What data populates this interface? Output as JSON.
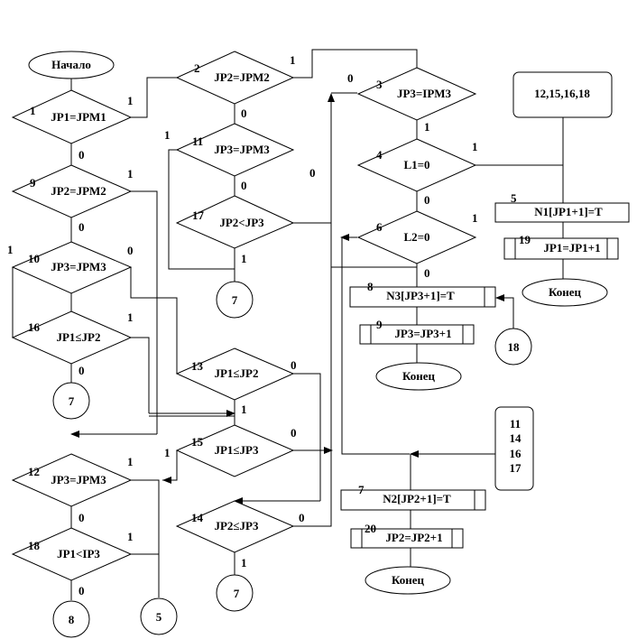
{
  "title": "",
  "terminals": {
    "start": "Начало",
    "end": "Конец"
  },
  "decisions": {
    "d1": {
      "num": "1",
      "text": "JP1=JPM1"
    },
    "d2": {
      "num": "2",
      "text": "JP2=JPM2"
    },
    "d3": {
      "num": "3",
      "text": "JP3=IPM3"
    },
    "d4": {
      "num": "4",
      "text": "L1=0"
    },
    "d6": {
      "num": "6",
      "text": "L2=0"
    },
    "d9": {
      "num": "9",
      "text": "JP2=JPM2"
    },
    "d10": {
      "num": "10",
      "text": "JP3=JPM3"
    },
    "d11": {
      "num": "11",
      "text": "JP3=JPM3"
    },
    "d12": {
      "num": "12",
      "text": "JP3=JPM3"
    },
    "d13": {
      "num": "13",
      "text": "JP1≤JP2"
    },
    "d14": {
      "num": "14",
      "text": "JP2≤JP3"
    },
    "d15": {
      "num": "15",
      "text": "JP1≤JP3"
    },
    "d16": {
      "num": "16",
      "text": "JP1≤JP2"
    },
    "d17": {
      "num": "17",
      "text": "JP2<JP3"
    },
    "d18": {
      "num": "18",
      "text": "JP1<IP3"
    }
  },
  "processes": {
    "p5": {
      "num": "5",
      "text": "N1[JP1+1]=T"
    },
    "p7": {
      "num": "7",
      "text": "N2[JP2+1]=T"
    },
    "p8": {
      "num": "8",
      "text": "N3[JP3+1]=T"
    }
  },
  "subroutines": {
    "s9": {
      "num": "9",
      "text": "JP3=JP3+1"
    },
    "s19": {
      "num": "19",
      "text": "JP1=JP1+1"
    },
    "s20": {
      "num": "20",
      "text": "JP2=JP2+1"
    }
  },
  "connectors": {
    "c7": "7",
    "c8": "8",
    "c5": "5",
    "c18": "18"
  },
  "groups": {
    "g_top": "12,15,16,18",
    "g_mid": [
      "11",
      "14",
      "16",
      "17"
    ]
  },
  "branch": {
    "yes": "1",
    "no": "0"
  }
}
